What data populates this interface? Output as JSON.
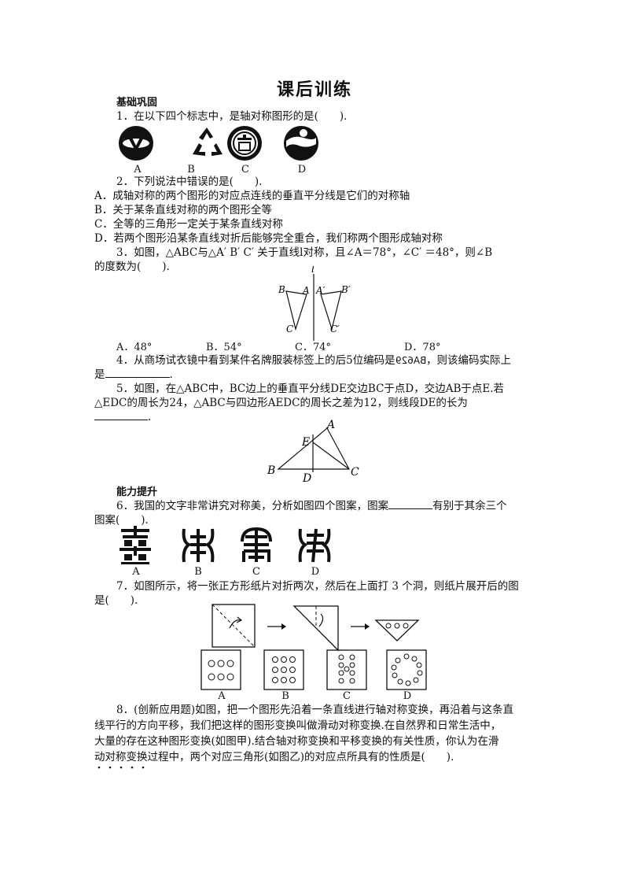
{
  "title": "课后训练",
  "section1": "基础巩固",
  "section2": "能力提升",
  "q1": {
    "text": "1．在以下四个标志中，是轴对称图形的是(　　).",
    "labels": [
      "A",
      "B",
      "C",
      "D"
    ]
  },
  "q2": {
    "text": "2．下列说法中错误的是(　　).",
    "options": [
      "A．成轴对称的两个图形的对应点连线的垂直平分线是它们的对称轴",
      "B．关于某条直线对称的两个图形全等",
      "C．全等的三角形一定关于某条直线对称",
      "D．若两个图形沿某条直线对折后能够完全重合，我们称两个图形成轴对称"
    ]
  },
  "q3": {
    "line1": "3．如图，△ABC与△A′ B′ C′ 关于直线l对称，且∠A＝78°，∠C′ ＝48°，则∠B",
    "line2": "的度数为(　　).",
    "fig": {
      "B": "B",
      "A": "A",
      "A2": "A′",
      "B2": "B′",
      "C": "C",
      "C2": "C′",
      "l": "l"
    },
    "options": [
      "A．48°",
      "B．54°",
      "C．74°",
      "D．78°"
    ]
  },
  "q4": {
    "line1": "4．从商场试衣镜中看到某件名牌服装标签上的后5位编码是",
    "code": "BA629",
    "line1b": "，则该编码实际上",
    "line2": "是"
  },
  "q5": {
    "line1": "5．如图，在△ABC中，BC边上的垂直平分线DE交边BC于点D，交边AB于点E.若",
    "line2": "△EDC的周长为24，△ABC与四边形AEDC的周长之差为12，则线段DE的长为",
    "fig": {
      "A": "A",
      "B": "B",
      "C": "C",
      "D": "D",
      "E": "E"
    }
  },
  "q6": {
    "line1a": "6．我国的文字非常讲究对称美，分析如图四个图案，图案",
    "line1b": "有别于其余三个",
    "line2": "图案(　　).",
    "labels": [
      "A",
      "B",
      "C",
      "D"
    ]
  },
  "q7": {
    "line1": "7．如图所示，将一张正方形纸片对折两次，然后在上面打 3 个洞，则纸片展开后的图",
    "line2": "是(　　).",
    "labels": [
      "A",
      "B",
      "C",
      "D"
    ]
  },
  "q8": {
    "line1": "8．(创新应用题)如图，把一个图形先沿着一条直线进行轴对称变换，再沿着与这条直",
    "line2": "线平行的方向平移，我们把这样的图形变换叫做滑动对称变换.在自然界和日常生活中，",
    "line3": "大量的存在这种图形变换(如图甲).结合轴对称变换和平移变换的有关性质，你认为在滑",
    "line4": "动对称变换过程中，两个对应三角形(如图乙)的对应点所具有的性质是(　　)."
  }
}
